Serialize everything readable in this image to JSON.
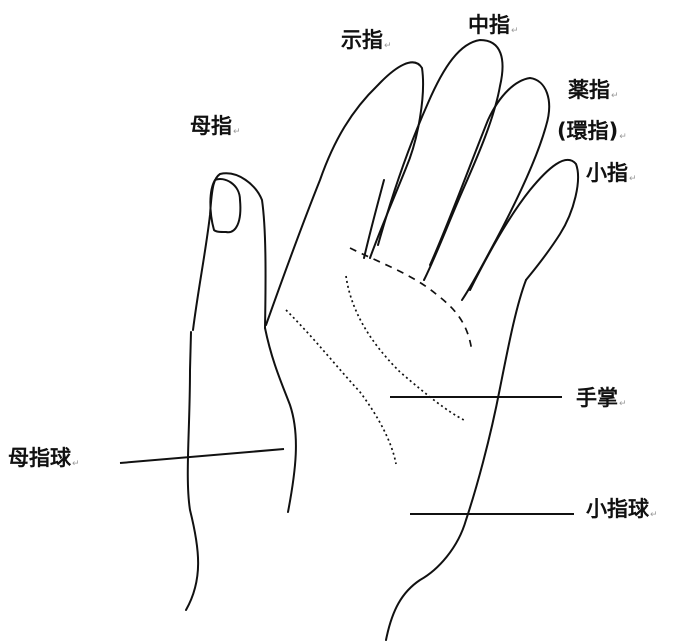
{
  "labels": {
    "index_finger": "示指",
    "middle_finger": "中指",
    "ring_finger": "薬指",
    "ring_finger_alt": "(環指)",
    "little_finger": "小指",
    "thumb": "母指",
    "palm": "手掌",
    "thenar": "母指球",
    "hypothenar": "小指球"
  },
  "paragraph_mark": "↵",
  "colors": {
    "line": "#111111",
    "mark": "#9a9a9a",
    "background": "#ffffff"
  }
}
